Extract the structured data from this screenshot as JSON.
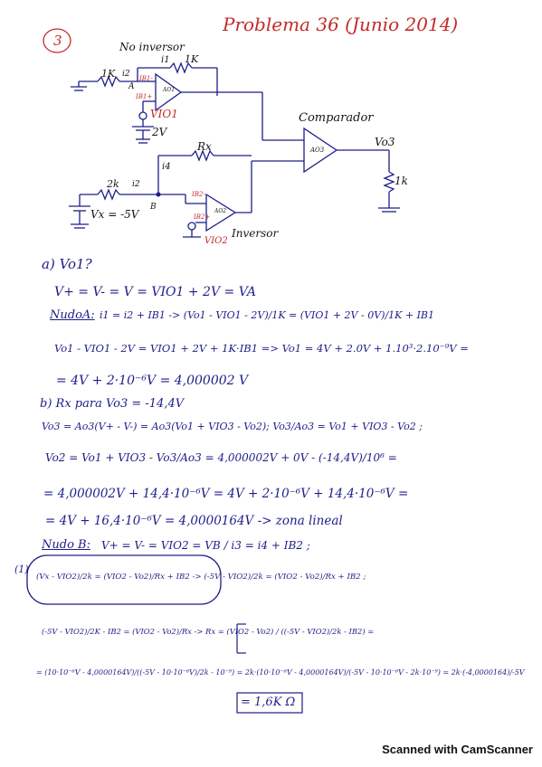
{
  "header": {
    "problem_number": "3",
    "title": "Problema 36 (Junio 2014)"
  },
  "circuit": {
    "no_inversor": "No inversor",
    "inversor": "Inversor",
    "comparador": "Comparador",
    "r1": "1K",
    "r2": "1K",
    "r3": "2k",
    "rx": "Rx",
    "rload": "1k",
    "i1": "i1",
    "i2": "i2",
    "i4": "i4",
    "ib1_minus": "IB1-",
    "ib1_plus": "IB1+",
    "ib2_minus": "IB2-",
    "ib2_plus": "IB2+",
    "vio1": "VIO1",
    "vio2": "VIO2",
    "v2": "2V",
    "vx": "Vx = -5V",
    "vo3": "Vo3",
    "node_a": "A",
    "node_b": "B",
    "ao1": "AO1",
    "ao2": "AO2",
    "ao3": "AO3"
  },
  "solution": {
    "a_label": "a) Vo1?",
    "a_l1": "V+ = V- = V = VIO1 + 2V = VA",
    "nodo_a": "NudoA:",
    "a_l2": "i1 = i2 + IB1  ->  (Vo1 - VIO1 - 2V)/1K = (VIO1 + 2V - 0V)/1K + IB1",
    "a_l3": "Vo1 - VIO1 - 2V = VIO1 + 2V + 1K·IB1 => Vo1 = 4V + 2.0V + 1.10³·2.10⁻⁹V =",
    "a_l4": "= 4V + 2·10⁻⁶V = 4,000002 V",
    "b_label": "b) Rx para Vo3 = -14,4V",
    "b_l1": "Vo3 = Ao3(V+ - V-) = Ao3(Vo1 + VIO3 - Vo2);  Vo3/Ao3 = Vo1 + VIO3 - Vo2 ;",
    "b_l2": "Vo2 = Vo1 + VIO3 - Vo3/Ao3 = 4,000002V + 0V - (-14,4V)/10⁶ =",
    "b_l3": "= 4,000002V + 14,4·10⁻⁶V = 4V + 2·10⁻⁶V + 14,4·10⁻⁶V =",
    "b_l4": "= 4V + 16,4·10⁻⁶V = 4,0000164V -> zona lineal",
    "nodo_b": "Nudo B:",
    "b_l5": "V+ = V- = VIO2 = VB / i3 = i4 + IB2 ;",
    "eq_index": "(1)",
    "b_l6": "(Vx - VIO2)/2k = (VIO2 - Vo2)/Rx + IB2  ->  (-5V - VIO2)/2k = (VIO2 - Vo2)/Rx + IB2 ;",
    "b_l7": "(-5V - VIO2)/2K - IB2 = (VIO2 - Vo2)/Rx  ->  Rx = (VIO2 - Vo2) / ((-5V - VIO2)/2k - IB2) =",
    "b_l8": "= (10·10⁻⁶V - 4,0000164V)/((-5V - 10·10⁻⁶V)/2k - 10⁻⁹) = 2k·(10·10⁻⁶V - 4,0000164V)/(-5V - 10·10⁻⁶V - 2k·10⁻⁹) = 2k·(-4,0000164)/-5V",
    "result": "= 1,6K Ω"
  },
  "footer": {
    "scanner": "Scanned with CamScanner"
  }
}
